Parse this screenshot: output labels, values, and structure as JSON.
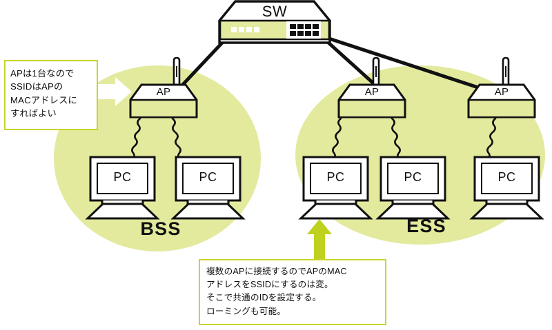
{
  "diagram": {
    "title_alt": "Wireless LAN BSS / ESS topology diagram",
    "colors": {
      "cloud_fill": "#e3ea9e",
      "accent_green": "#c9d42b",
      "arrow_green": "#bfd11f",
      "line_black": "#111111",
      "device_fill": "#ffffff",
      "callout_bg": "#ffffff"
    }
  },
  "switch": {
    "label": "SW",
    "led_count": 4,
    "port_rows": 2,
    "port_cols": 4
  },
  "groups": [
    {
      "id": "bss",
      "label": "BSS"
    },
    {
      "id": "ess",
      "label": "ESS"
    }
  ],
  "access_points": [
    {
      "id": "ap-bss-1",
      "label": "AP",
      "group": "bss"
    },
    {
      "id": "ap-ess-1",
      "label": "AP",
      "group": "ess"
    },
    {
      "id": "ap-ess-2",
      "label": "AP",
      "group": "ess"
    }
  ],
  "clients": [
    {
      "id": "pc-bss-1",
      "label": "PC",
      "group": "bss"
    },
    {
      "id": "pc-bss-2",
      "label": "PC",
      "group": "bss"
    },
    {
      "id": "pc-ess-1",
      "label": "PC",
      "group": "ess"
    },
    {
      "id": "pc-ess-2",
      "label": "PC",
      "group": "ess"
    },
    {
      "id": "pc-ess-3",
      "label": "PC",
      "group": "ess"
    }
  ],
  "callouts": {
    "left": {
      "lines": [
        "APは1台なので",
        "SSIDはAPの",
        "MACアドレスに",
        "すればよい"
      ],
      "arrow_direction": "right",
      "arrow_color": "#ffffff"
    },
    "bottom": {
      "lines": [
        "複数のAPに接続するのでAPのMAC",
        "アドレスをSSIDにするのは変。",
        "そこで共通のIDを設定する。",
        "ローミングも可能。"
      ],
      "arrow_direction": "up",
      "arrow_color": "#bfd11f"
    }
  }
}
